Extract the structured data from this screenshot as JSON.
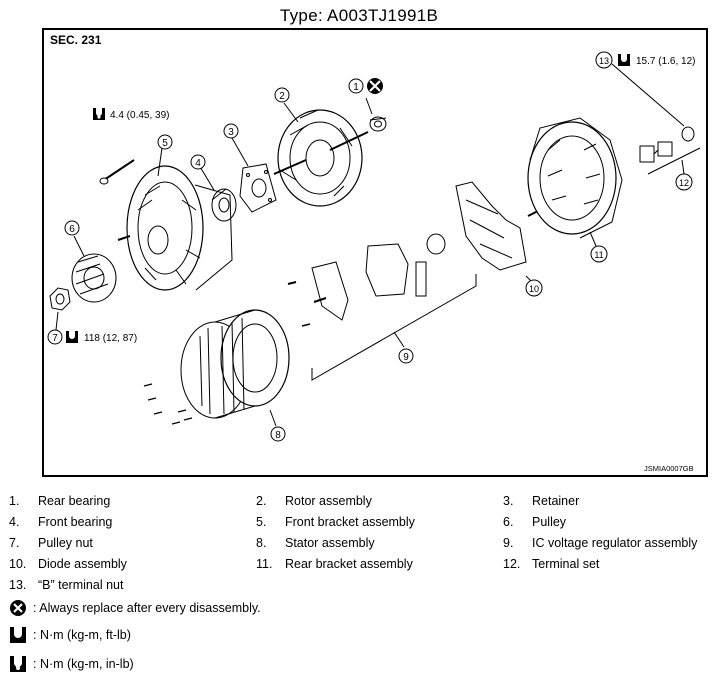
{
  "title": "Type: A003TJ1991B",
  "diagram": {
    "section": "SEC. 231",
    "figure_id": "JSMIA0007GB",
    "callouts": [
      "1",
      "2",
      "3",
      "4",
      "5",
      "6",
      "7",
      "8",
      "9",
      "10",
      "11",
      "12",
      "13"
    ],
    "torques": {
      "front": "4.4 (0.45, 39)",
      "pulley": "118 (12, 87)",
      "terminal": "15.7 (1.6, 12)"
    }
  },
  "parts": [
    {
      "num": "1.",
      "name": "Rear bearing"
    },
    {
      "num": "2.",
      "name": "Rotor assembly"
    },
    {
      "num": "3.",
      "name": "Retainer"
    },
    {
      "num": "4.",
      "name": "Front bearing"
    },
    {
      "num": "5.",
      "name": "Front bracket assembly"
    },
    {
      "num": "6.",
      "name": "Pulley"
    },
    {
      "num": "7.",
      "name": "Pulley nut"
    },
    {
      "num": "8.",
      "name": "Stator assembly"
    },
    {
      "num": "9.",
      "name": "IC voltage regulator assembly"
    },
    {
      "num": "10.",
      "name": "Diode assembly"
    },
    {
      "num": "11.",
      "name": "Rear bracket assembly"
    },
    {
      "num": "12.",
      "name": "Terminal set"
    },
    {
      "num": "13.",
      "name": "“B” terminal nut"
    }
  ],
  "symbols": [
    {
      "icon": "replace-icon",
      "text": ": Always replace after every disassembly."
    },
    {
      "icon": "torque-ftlb-icon",
      "text": ": N·m (kg-m, ft-lb)"
    },
    {
      "icon": "torque-inlb-icon",
      "text": ": N·m (kg-m, in-lb)"
    }
  ]
}
